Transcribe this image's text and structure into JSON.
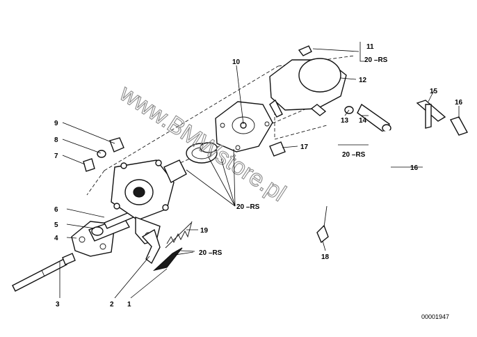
{
  "diagram": {
    "watermark": "www.BMWstore.pl",
    "catalog_number": "00001947",
    "callouts": {
      "c1": "1",
      "c2": "2",
      "c3": "3",
      "c4": "4",
      "c5": "5",
      "c6": "6",
      "c7": "7",
      "c8": "8",
      "c9": "9",
      "c10": "10",
      "c11": "11",
      "c12": "12",
      "c13": "13",
      "c14": "14",
      "c15": "15",
      "c16a": "16",
      "c16b": "16",
      "c17": "17",
      "c18": "18",
      "c19": "19",
      "rs_top": "20 –RS",
      "rs_mid": "20 –RS",
      "rs_center": "20 –RS",
      "rs_spring": "20 –RS"
    }
  }
}
